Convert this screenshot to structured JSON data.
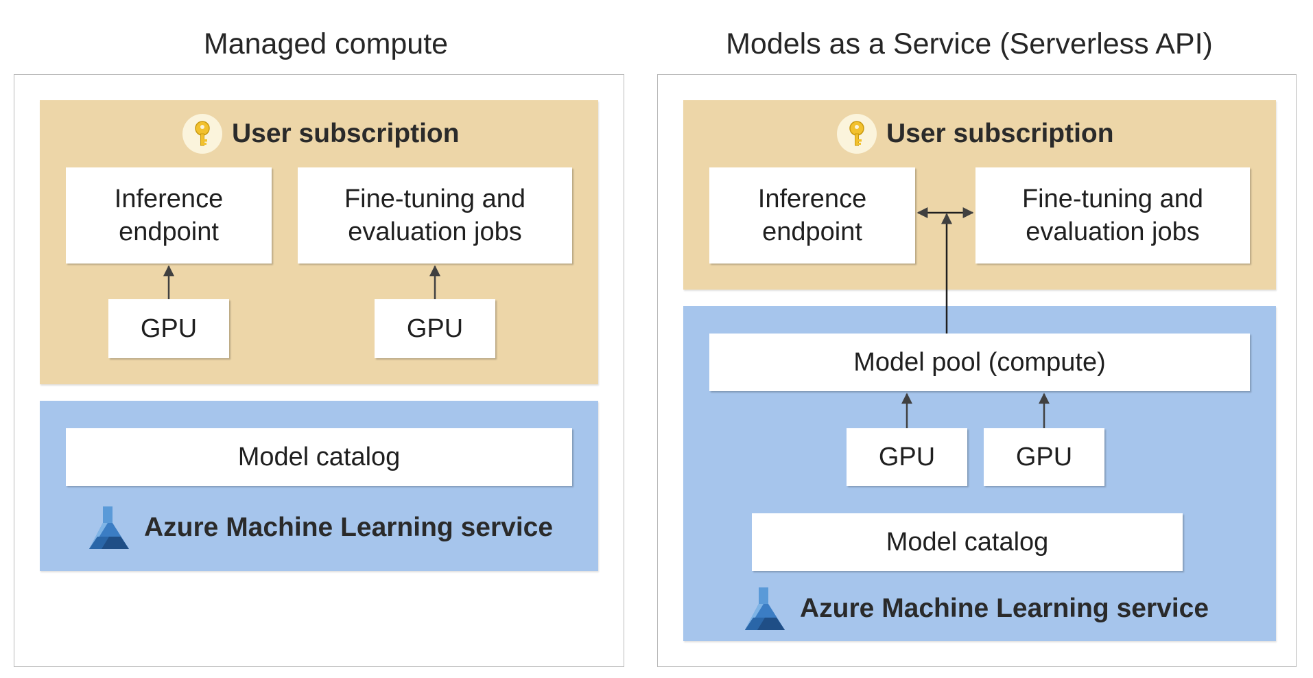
{
  "left": {
    "title": "Managed compute",
    "subscription_label": "User subscription",
    "inference_line1": "Inference",
    "inference_line2": "endpoint",
    "finetune_line1": "Fine-tuning and",
    "finetune_line2": "evaluation jobs",
    "gpu_a": "GPU",
    "gpu_b": "GPU",
    "catalog": "Model catalog",
    "service_label": "Azure Machine Learning service"
  },
  "right": {
    "title": "Models as a Service (Serverless API)",
    "subscription_label": "User subscription",
    "inference_line1": "Inference",
    "inference_line2": "endpoint",
    "finetune_line1": "Fine-tuning and",
    "finetune_line2": "evaluation jobs",
    "pool": "Model pool (compute)",
    "gpu_a": "GPU",
    "gpu_b": "GPU",
    "catalog": "Model catalog",
    "service_label": "Azure Machine Learning service"
  },
  "icons": {
    "key": "key-icon",
    "service": "azure-ml-flask-icon"
  },
  "colors": {
    "subscription_bg": "#edd6a8",
    "service_bg": "#a6c5ec",
    "box_bg": "#ffffff",
    "arrow": "#404040",
    "key_gold": "#f2c12e",
    "flask_blue": "#3b7dc4"
  }
}
